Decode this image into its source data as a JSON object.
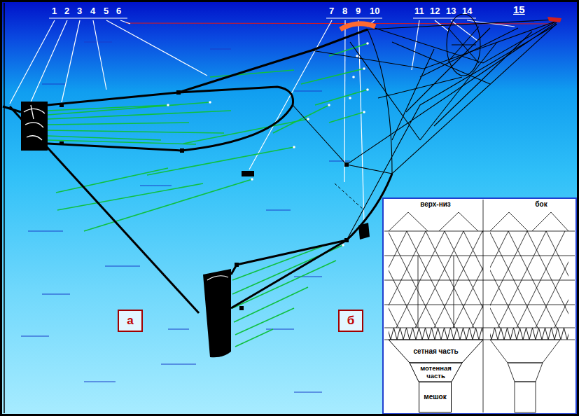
{
  "diagram": {
    "nodes": [
      {
        "text": [
          "а"
        ]
      },
      {
        "text": [
          "б"
        ]
      },
      {
        "text": [
          "верх-низ",
          "бок"
        ]
      },
      {
        "text": [
          "сетная часть"
        ],
        "in": 2
      },
      {
        "text": [
          "мотенная часть"
        ],
        "in": 2
      },
      {
        "text": [
          "мешок"
        ],
        "in": 2
      }
    ],
    "labels": [
      "1",
      "2",
      "3",
      "4",
      "5",
      "6",
      "7",
      "8",
      "9",
      "10",
      "11",
      "12",
      "13",
      "14",
      "15"
    ]
  }
}
